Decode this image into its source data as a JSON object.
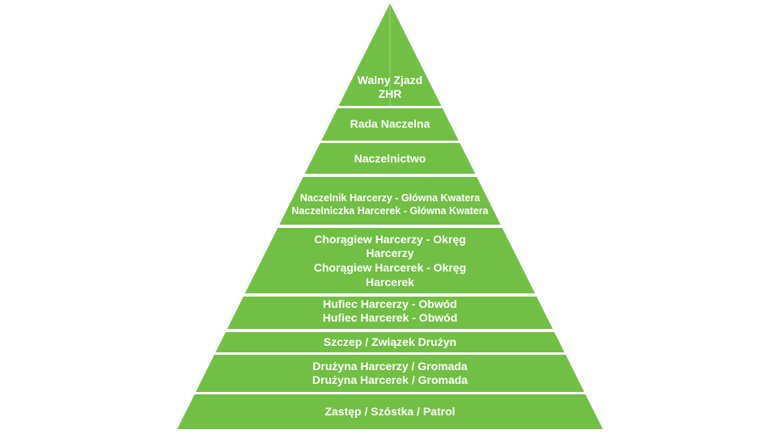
{
  "diagram": {
    "fill_color": "#71bf44",
    "text_color": "#ffffff",
    "levels": [
      {
        "lines": [
          "Walny Zjazd",
          "ZHR"
        ]
      },
      {
        "lines": [
          "Rada Naczelna"
        ]
      },
      {
        "lines": [
          "Naczelnictwo"
        ]
      },
      {
        "lines": [
          "Naczelnik Harcerzy - Główna Kwatera",
          "Naczelniczka Harcerek - Główna Kwatera"
        ]
      },
      {
        "lines": [
          "Chorągiew Harcerzy - Okręg",
          "Harcerzy",
          "Chorągiew Harcerek - Okręg",
          "Harcerek"
        ]
      },
      {
        "lines": [
          "Hufiec Harcerzy - Obwód",
          "Hufiec Harcerek - Obwód"
        ]
      },
      {
        "lines": [
          "Szczep / Związek Drużyn"
        ]
      },
      {
        "lines": [
          "Drużyna Harcerzy / Gromada",
          "Drużyna Harcerek / Gromada"
        ]
      },
      {
        "lines": [
          "Zastęp / Szóstka / Patrol"
        ]
      }
    ]
  }
}
